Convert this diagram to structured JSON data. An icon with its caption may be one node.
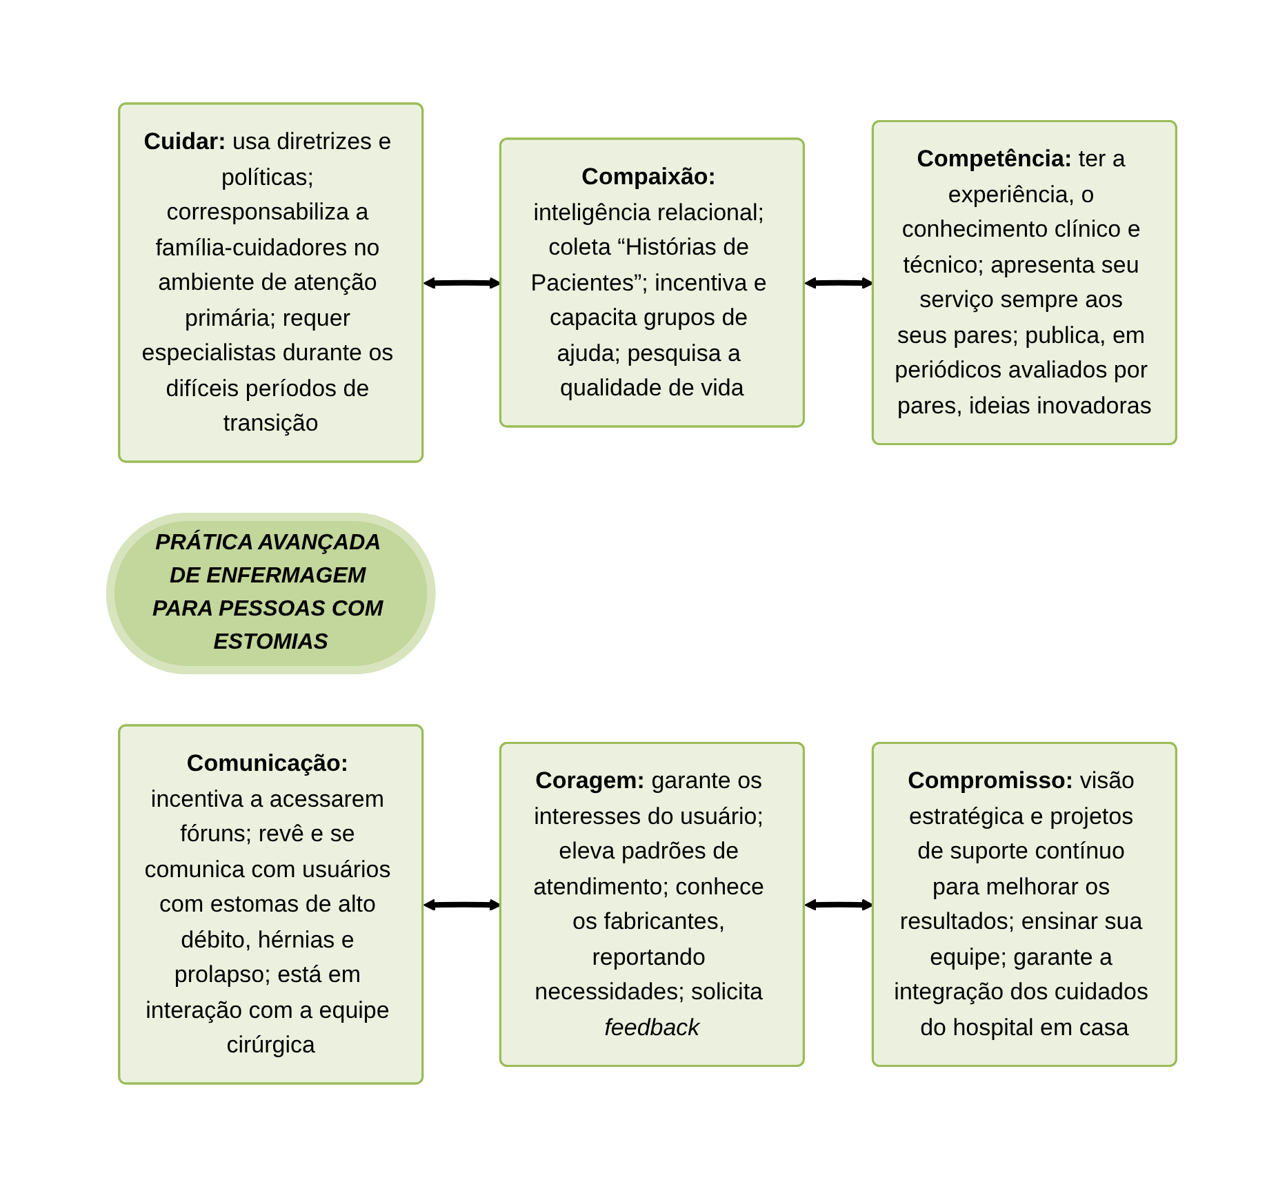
{
  "diagram": {
    "nodes": [
      {
        "text": [
          "**Cuidar:** usa diretrizes e políticas; corresponsabiliza a família-cuidadores no ambiente de atenção primária; requer especialistas durante os difíceis períodos de transição"
        ]
      },
      {
        "text": [
          "**Compaixão:** inteligência relacional; coleta “Histórias de Pacientes”; incentiva e capacita grupos de ajuda; pesquisa a qualidade de vida"
        ]
      },
      {
        "text": [
          "**Competência:** ter a experiência, o conhecimento clínico e técnico; apresenta seu serviço sempre aos seus pares; publica, em periódicos avaliados por pares, ideias inovadoras"
        ]
      },
      {
        "text": [
          "PRÁTICA AVANÇADA DE ENFERMAGEM PARA PESSOAS COM ESTOMIAS"
        ]
      },
      {
        "text": [
          "**Comunicação:** incentiva a acessarem fóruns; revê e se comunica com usuários com estomas de alto débito, hérnias e prolapso; está em interação com a equipe cirúrgica"
        ]
      },
      {
        "text": [
          "**Coragem:** garante os interesses do usuário; eleva padrões de atendimento; conhece os fabricantes, reportando necessidades; solicita *feedback*"
        ]
      },
      {
        "text": [
          "**Compromisso:** visão estratégica e projetos de suporte contínuo para melhorar os resultados; ensinar sua equipe; garante a integração dos cuidados do hospital em casa"
        ]
      }
    ],
    "edges": [
      {
        "from": 0,
        "to": 1,
        "arrow": "both"
      },
      {
        "from": 1,
        "to": 2,
        "arrow": "both"
      },
      {
        "from": 4,
        "to": 5,
        "arrow": "both"
      },
      {
        "from": 5,
        "to": 6,
        "arrow": "both"
      }
    ]
  }
}
